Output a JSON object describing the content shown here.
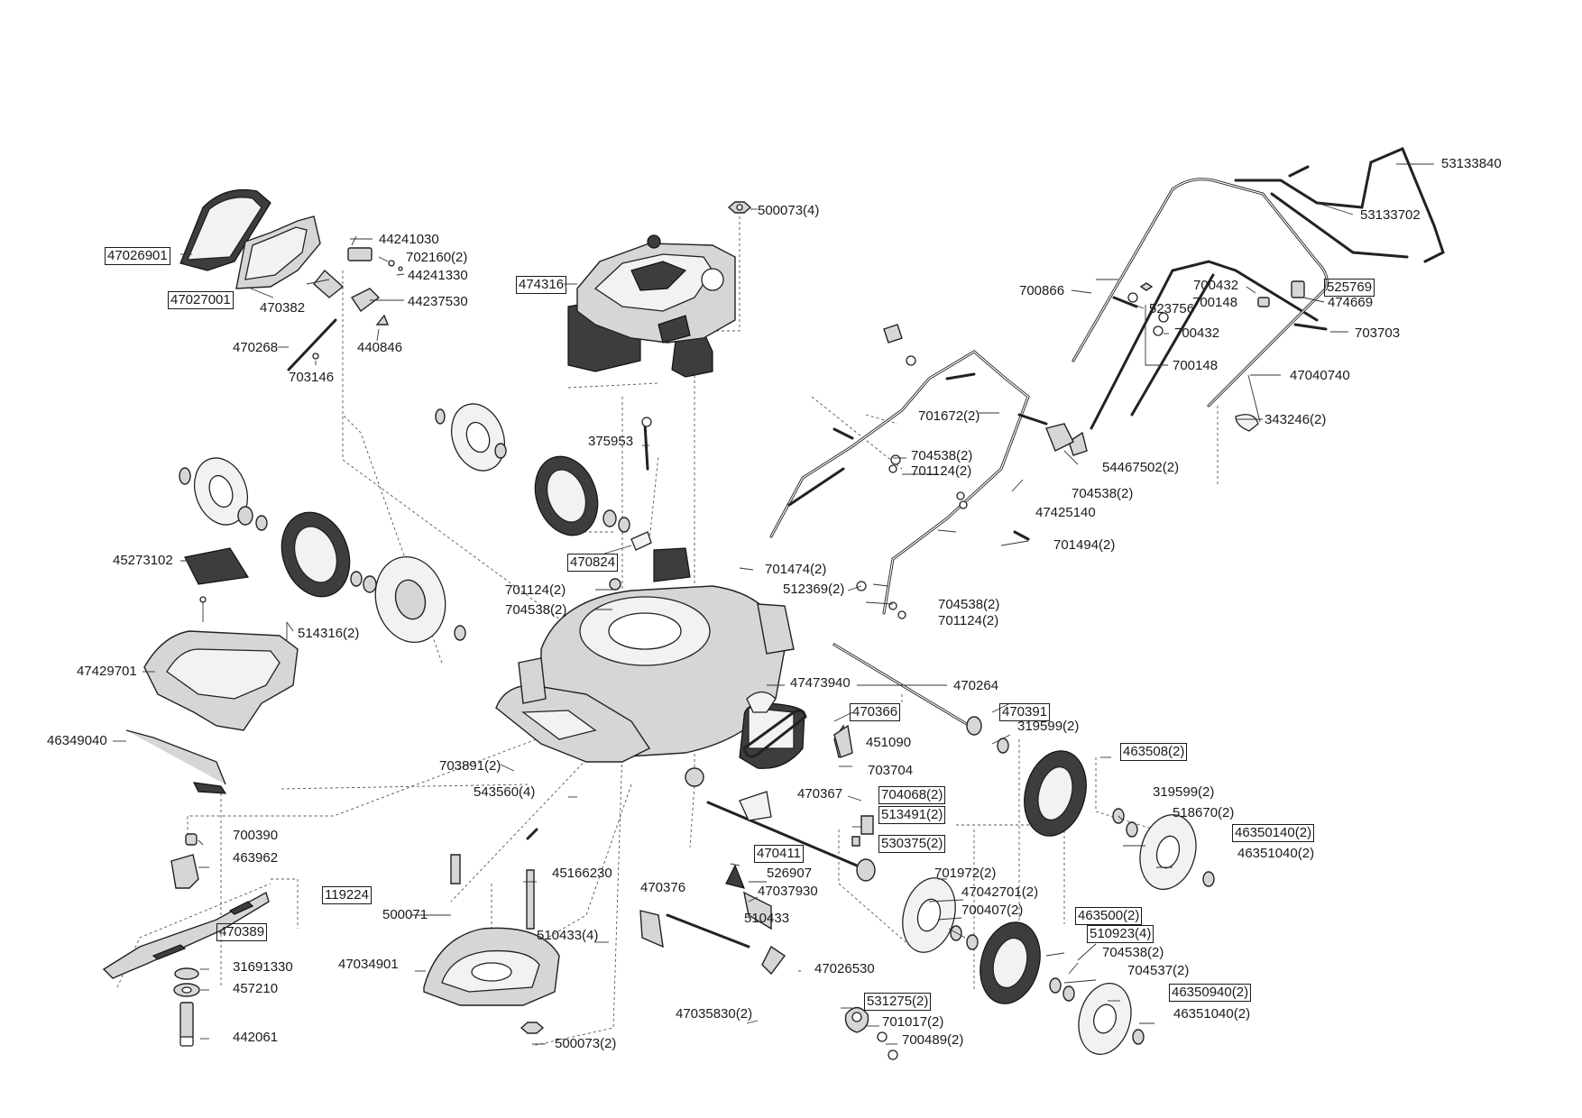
{
  "labels": {
    "l53133840": "53133840",
    "l53133702": "53133702",
    "l700866": "700866",
    "l700432a": "700432",
    "l700148a": "700148",
    "l525769": "525769",
    "l474669": "474669",
    "l523756": "523756",
    "l700432b": "700432",
    "l703703": "703703",
    "l700148b": "700148",
    "l47040740": "47040740",
    "l343246": "343246(2)",
    "l47026901": "47026901",
    "l44241030": "44241030",
    "l702160": "702160(2)",
    "l44241330": "44241330",
    "l47027001": "47027001",
    "l470382": "470382",
    "l44237530": "44237530",
    "l470268": "470268",
    "l440846": "440846",
    "l703146": "703146",
    "l500073top": "500073(4)",
    "l474316": "474316",
    "l701672": "701672(2)",
    "l704538a": "704538(2)",
    "l701124a": "701124(2)",
    "l54467502": "54467502(2)",
    "l704538b": "704538(2)",
    "l47425140": "47425140",
    "l701494": "701494(2)",
    "l375953": "375953",
    "l470824": "470824",
    "l701474": "701474(2)",
    "l512369": "512369(2)",
    "l701124b": "701124(2)",
    "l704538c": "704538(2)",
    "l704538d": "704538(2)",
    "l701124c": "701124(2)",
    "l45273102": "45273102",
    "l514316": "514316(2)",
    "l47429701": "47429701",
    "l47473940": "47473940",
    "l470264": "470264",
    "l46349040": "46349040",
    "l470366": "470366",
    "l470391": "470391",
    "l319599a": "319599(2)",
    "l451090": "451090",
    "l463508": "463508(2)",
    "l703891": "703891(2)",
    "l703704": "703704",
    "l543560": "543560(4)",
    "l470367": "470367",
    "l704068": "704068(2)",
    "l319599b": "319599(2)",
    "l513491": "513491(2)",
    "l518670": "518670(2)",
    "l700390": "700390",
    "l46350140": "46350140(2)",
    "l463962": "463962",
    "l530375": "530375(2)",
    "l46351040a": "46351040(2)",
    "l470411": "470411",
    "l45166230": "45166230",
    "l526907": "526907",
    "l701972": "701972(2)",
    "l119224": "119224",
    "l470376": "470376",
    "l47037930": "47037930",
    "l47042701": "47042701(2)",
    "l500071": "500071",
    "l700407": "700407(2)",
    "l470389": "470389",
    "l510433": "510433",
    "l463500": "463500(2)",
    "l510433x4": "510433(4)",
    "l510923": "510923(4)",
    "l47034901": "47034901",
    "l704538e": "704538(2)",
    "l31691330": "31691330",
    "l47026530": "47026530",
    "l704537": "704537(2)",
    "l457210": "457210",
    "l46350940": "46350940(2)",
    "l531275": "531275(2)",
    "l47035830": "47035830(2)",
    "l46351040b": "46351040(2)",
    "l442061": "442061",
    "l701017": "701017(2)",
    "l500073bot": "500073(2)",
    "l700489": "700489(2)"
  },
  "icons": {
    "engine": "lawnmower-engine-icon",
    "deck": "mower-deck-icon",
    "wheel": "wheel-icon",
    "blade": "blade-icon",
    "handle": "handle-bar-icon"
  },
  "colors": {
    "line": "#222222",
    "part_fill": "#d6d6d6",
    "dark_fill": "#3d3d3d",
    "background": "#ffffff"
  }
}
